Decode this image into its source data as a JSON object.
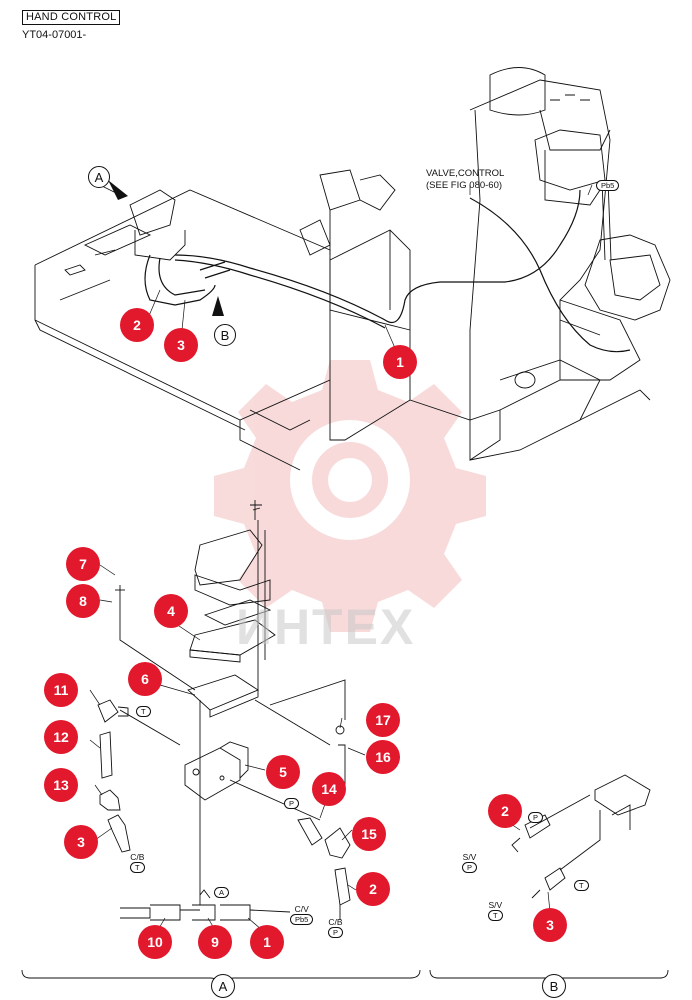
{
  "header": {
    "title": "HAND CONTROL",
    "code": "YT04-07001-"
  },
  "note": {
    "line1": "VALVE,CONTROL",
    "line2": "(SEE FIG 080-60)"
  },
  "view_marks": {
    "a": "A",
    "b": "B"
  },
  "port_pb5": "Pb5",
  "callouts": {
    "c1_top": "1",
    "c2_top": "2",
    "c3_top": "3",
    "c7": "7",
    "c8": "8",
    "c4": "4",
    "c6": "6",
    "c11": "11",
    "c12": "12",
    "c13": "13",
    "c3_a": "3",
    "c5": "5",
    "c17": "17",
    "c16": "16",
    "c14": "14",
    "c15": "15",
    "c2_a": "2",
    "c10": "10",
    "c9": "9",
    "c1_a": "1",
    "c2_b": "2",
    "c3_b": "3"
  },
  "tags": {
    "t_11": "T",
    "t_14": "P",
    "cb_3": "C/B",
    "cb_3_t": "T",
    "a_tag": "A",
    "cv": "C/V",
    "cv_pb5": "Pb5",
    "cb_2": "C/B",
    "cb_2_p": "P",
    "b_p": "P",
    "b_t": "T",
    "sv_p": "S/V",
    "sv_p_pill": "P",
    "sv_t": "S/V",
    "sv_t_pill": "T"
  },
  "section_labels": {
    "a": "A",
    "b": "B"
  },
  "watermark": "ИНТЕХ",
  "colors": {
    "callout": "#e2182c",
    "line": "#111111",
    "watermark": "#f2b7b7"
  }
}
